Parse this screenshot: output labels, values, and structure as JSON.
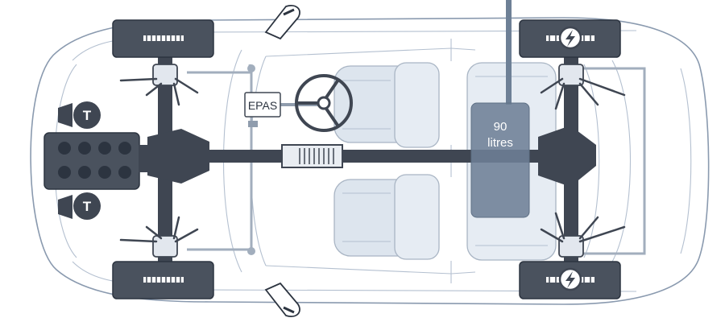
{
  "labels": {
    "steering": "EPAS",
    "tank_value": "90",
    "tank_unit": "litres",
    "turbo_front": "T",
    "turbo_rear": "T"
  },
  "icons": {
    "turbo": "turbo-icon",
    "electric_motor": "lightning-icon",
    "steering_wheel": "steering-wheel-icon",
    "engine": "engine-block-icon",
    "fuel_tank": "fuel-tank-icon"
  },
  "colors": {
    "body_outline": "#8a9aaf",
    "drivetrain": "#3f4652",
    "tank": "#6e8096",
    "tank_text": "#ffffff",
    "seat": "#dde5ee"
  }
}
